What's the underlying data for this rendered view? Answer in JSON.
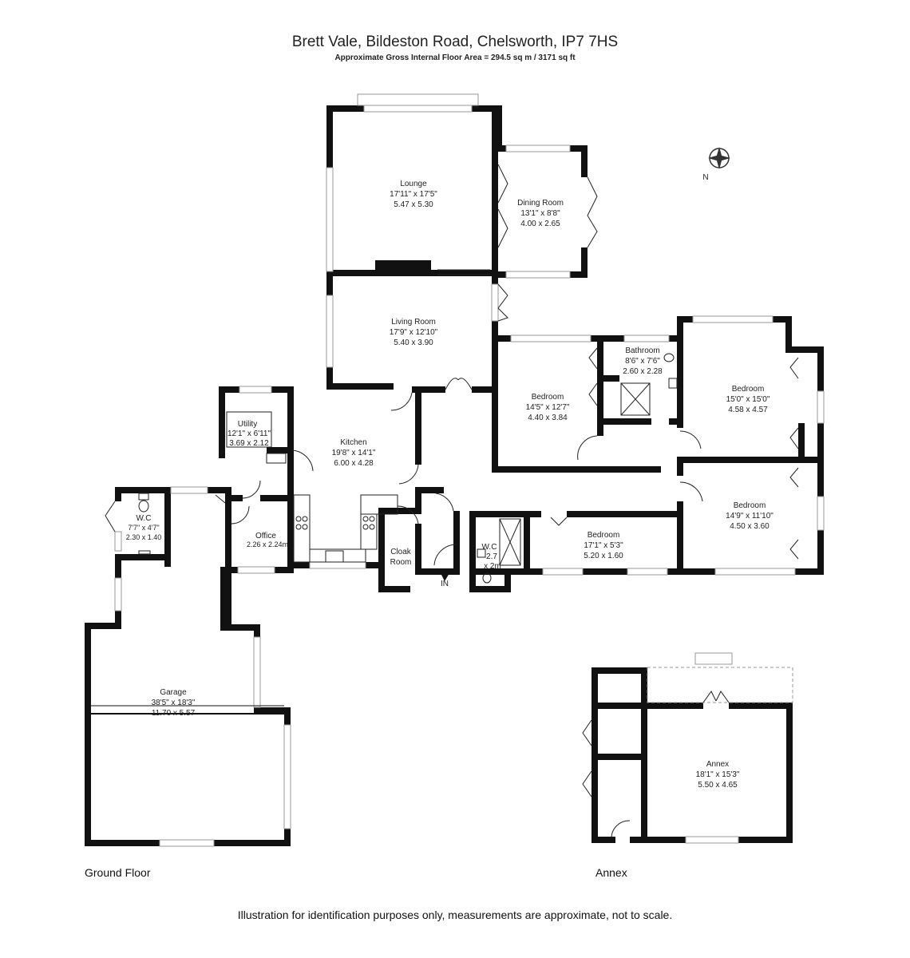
{
  "title": "Brett Vale, Bildeston Road, Chelsworth, IP7 7HS",
  "subtitle": "Approximate Gross Internal Floor Area  = 294.5 sq m  / 3171 sq ft",
  "compass": "N",
  "entrance": "IN",
  "rooms": {
    "lounge": {
      "name": "Lounge",
      "imperial": "17'11\" x 17'5\"",
      "metric": "5.47 x 5.30"
    },
    "dining": {
      "name": "Dining Room",
      "imperial": "13'1\" x 8'8\"",
      "metric": "4.00 x 2.65"
    },
    "living": {
      "name": "Living Room",
      "imperial": "17'9\" x 12'10\"",
      "metric": "5.40 x 3.90"
    },
    "bedroom1": {
      "name": "Bedroom",
      "imperial": "14'5\" x 12'7\"",
      "metric": "4.40 x 3.84"
    },
    "bathroom": {
      "name": "Bathroom",
      "imperial": "8'6\" x 7'6\"",
      "metric": "2.60 x 2.28"
    },
    "bedroom2": {
      "name": "Bedroom",
      "imperial": "15'0\" x 15'0\"",
      "metric": "4.58 x 4.57"
    },
    "utility": {
      "name": "Utility",
      "imperial": "12'1\" x 6'11\"",
      "metric": "3.69 x 2.12"
    },
    "kitchen": {
      "name": "Kitchen",
      "imperial": "19'8\" x 14'1\"",
      "metric": "6.00 x 4.28"
    },
    "bedroom3": {
      "name": "Bedroom",
      "imperial": "14'9\" x 11'10\"",
      "metric": "4.50 x 3.60"
    },
    "wc1": {
      "name": "W.C",
      "imperial": "7'7\" x 4'7\"",
      "metric": "2.30 x 1.40"
    },
    "office": {
      "name": "Office",
      "metric": "2.26 x 2.24m"
    },
    "cloak": {
      "name": "Cloak",
      "name2": "Room"
    },
    "wc2": {
      "name": "W.C",
      "dim1": "2.7",
      "dim2": "x 2m"
    },
    "bedroom4": {
      "name": "Bedroom",
      "imperial": "17'1\" x 5'3\"",
      "metric": "5.20 x 1.60"
    },
    "garage": {
      "name": "Garage",
      "imperial": "38'5\" x 18'3\"",
      "metric": "11.70 x 5.57"
    },
    "annex": {
      "name": "Annex",
      "imperial": "18'1\" x 15'3\"",
      "metric": "5.50 x 4.65"
    }
  },
  "floor_labels": {
    "ground": "Ground Floor",
    "annex": "Annex"
  },
  "disclaimer": "Illustration for identification purposes only, measurements are approximate, not to scale."
}
